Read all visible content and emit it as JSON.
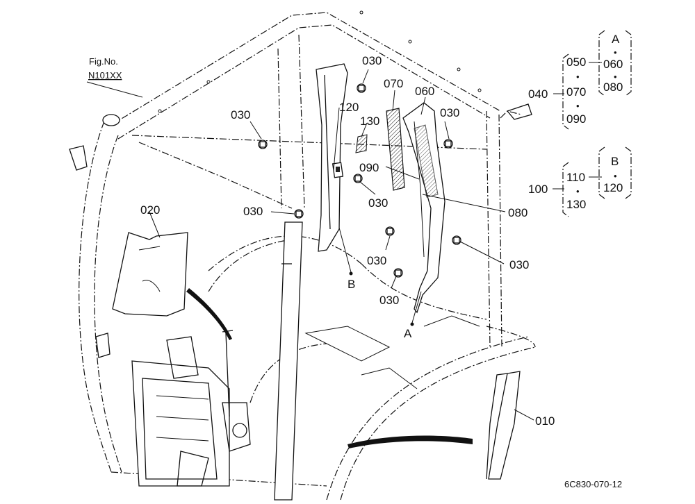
{
  "figure_ref": {
    "line1": "Fig.No.",
    "line2": "N101XX"
  },
  "callouts": {
    "c010": "010",
    "c020": "020",
    "c030a": "030",
    "c030b": "030",
    "c030c": "030",
    "c030d": "030",
    "c030e": "030",
    "c030f": "030",
    "c030g": "030",
    "c030h": "030",
    "c060": "060",
    "c070": "070",
    "c080": "080",
    "c090": "090",
    "c120": "120",
    "c130": "130",
    "marker_a": "A",
    "marker_b": "B"
  },
  "legend_040": {
    "head": "040",
    "items": [
      "050",
      "070",
      "090"
    ],
    "dot": "•",
    "set_label": "A",
    "set_items": [
      "060",
      "080"
    ]
  },
  "legend_100": {
    "head": "100",
    "items": [
      "110",
      "130"
    ],
    "dot": "•",
    "set_label": "B",
    "set_items": [
      "120"
    ]
  },
  "drawing_code": "6C830-070-12"
}
